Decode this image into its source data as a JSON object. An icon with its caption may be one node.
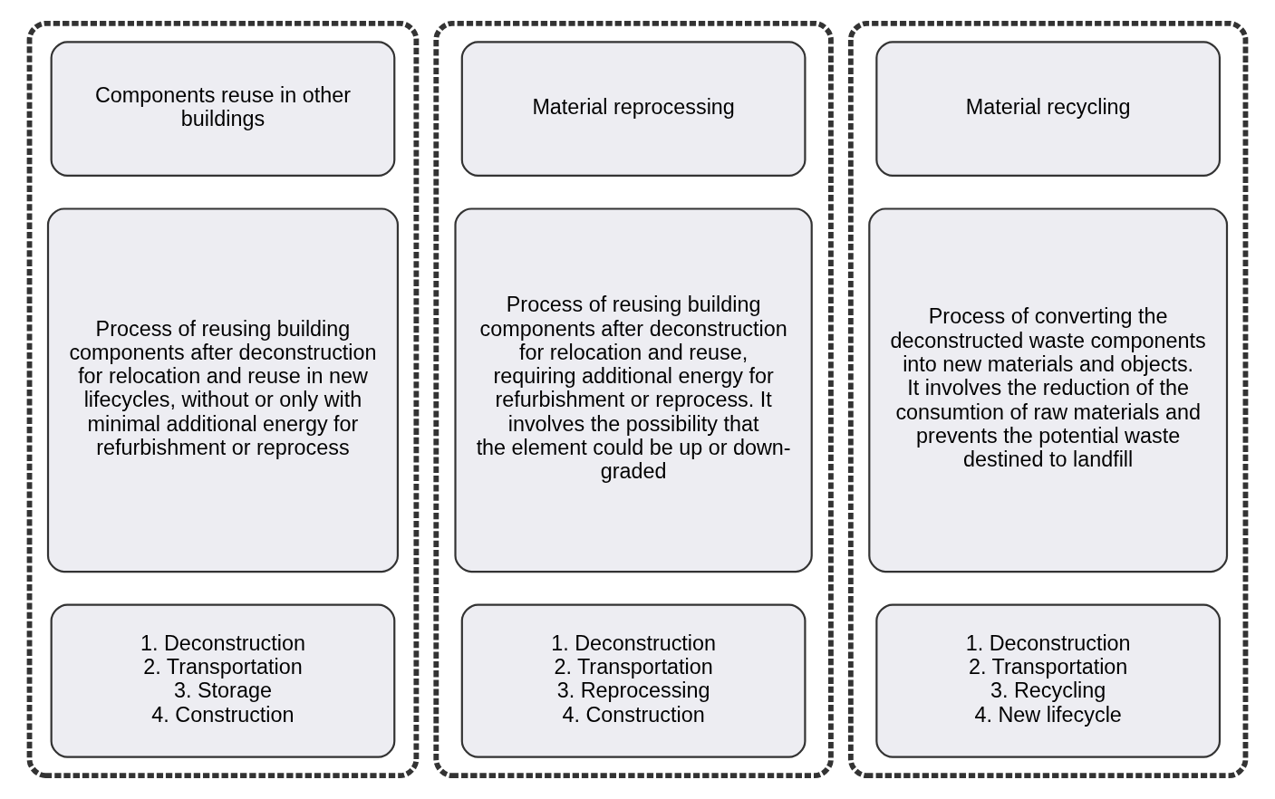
{
  "diagram": {
    "nodes": [
      {
        "text": [],
        "shape": "box"
      },
      {
        "text": [
          "Components reuse in other buildings"
        ],
        "in": 0
      },
      {
        "text": [
          "Process of reusing building components after deconstruction for relocation and reuse in new lifecycles, without or only with minimal additional energy for refurbishment or reprocess"
        ],
        "in": 0
      },
      {
        "text": [
          "1. Deconstruction",
          "2. Transportation",
          "3. Storage",
          "4. Construction"
        ],
        "in": 0
      },
      {
        "text": [],
        "shape": "box"
      },
      {
        "text": [
          "Material reprocessing"
        ],
        "in": 4
      },
      {
        "text": [
          "Process of reusing building components after deconstruction for relocation and reuse, requiring additional energy for refurbishment or reprocess. It involves the possibility that the element could be up or down-graded"
        ],
        "in": 4
      },
      {
        "text": [
          "1. Deconstruction",
          "2. Transportation",
          "3. Reprocessing",
          "4. Construction"
        ],
        "in": 4
      },
      {
        "text": [],
        "shape": "box"
      },
      {
        "text": [
          "Material recycling"
        ],
        "in": 8
      },
      {
        "text": [
          "Process of converting the deconstructed waste components into new materials and objects. It involves the reduction of the consumtion of raw materials and prevents the potential waste destined to landfill"
        ],
        "in": 8
      },
      {
        "text": [
          "1. Deconstruction",
          "2. Transportation",
          "3. Recycling",
          "4. New lifecycle"
        ],
        "in": 8
      }
    ]
  }
}
